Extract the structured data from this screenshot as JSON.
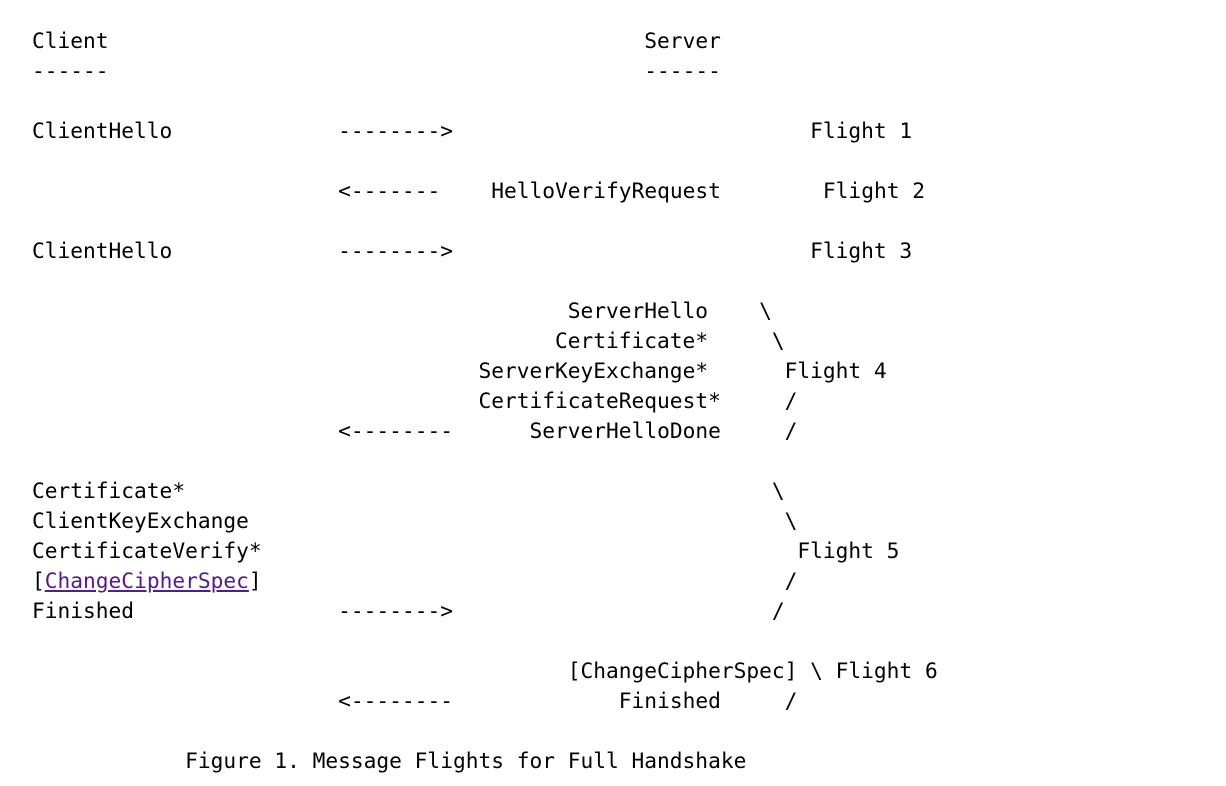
{
  "document": {
    "figure_caption": "            Figure 1. Message Flights for Full Handshake",
    "column_headers": {
      "client": "Client",
      "client_rule": "------",
      "server": "Server",
      "server_rule": "------"
    },
    "link": {
      "text": "ChangeCipherSpec",
      "color": "#551a8b",
      "style": "underline"
    },
    "colors": {
      "background": "#ffffff",
      "text": "#000000",
      "visited_link": "#551a8b"
    },
    "ascii_lines": [
      "Client                                          Server",
      "------                                          ------",
      "",
      "ClientHello             -------->                            Flight 1",
      "",
      "                        <-------    HelloVerifyRequest        Flight 2",
      "",
      "ClientHello             -------->                            Flight 3",
      "",
      "                                          ServerHello    \\",
      "                                         Certificate*     \\",
      "                                   ServerKeyExchange*      Flight 4",
      "                                   CertificateRequest*     /",
      "                        <--------      ServerHelloDone     /",
      "",
      "Certificate*                                              \\",
      "ClientKeyExchange                                          \\",
      "CertificateVerify*                                          Flight 5",
      "[ChangeCipherSpec]                                         /",
      "Finished                -------->                         /",
      "",
      "                                          [ChangeCipherSpec] \\ Flight 6",
      "                        <--------             Finished     /"
    ],
    "flights": [
      {
        "label": "Flight 1",
        "direction": "client-to-server",
        "arrow": "-------->",
        "messages": [
          "ClientHello"
        ],
        "origin": "client"
      },
      {
        "label": "Flight 2",
        "direction": "server-to-client",
        "arrow": "<-------",
        "messages": [
          "HelloVerifyRequest"
        ],
        "origin": "server"
      },
      {
        "label": "Flight 3",
        "direction": "client-to-server",
        "arrow": "-------->",
        "messages": [
          "ClientHello"
        ],
        "origin": "client"
      },
      {
        "label": "Flight 4",
        "direction": "server-to-client",
        "arrow": "<--------",
        "messages": [
          "ServerHello",
          "Certificate*",
          "ServerKeyExchange*",
          "CertificateRequest*",
          "ServerHelloDone"
        ],
        "origin": "server"
      },
      {
        "label": "Flight 5",
        "direction": "client-to-server",
        "arrow": "-------->",
        "messages": [
          "Certificate*",
          "ClientKeyExchange",
          "CertificateVerify*",
          "[ChangeCipherSpec]",
          "Finished"
        ],
        "origin": "client"
      },
      {
        "label": "Flight 6",
        "direction": "server-to-client",
        "arrow": "<--------",
        "messages": [
          "[ChangeCipherSpec]",
          "Finished"
        ],
        "origin": "server"
      }
    ]
  }
}
